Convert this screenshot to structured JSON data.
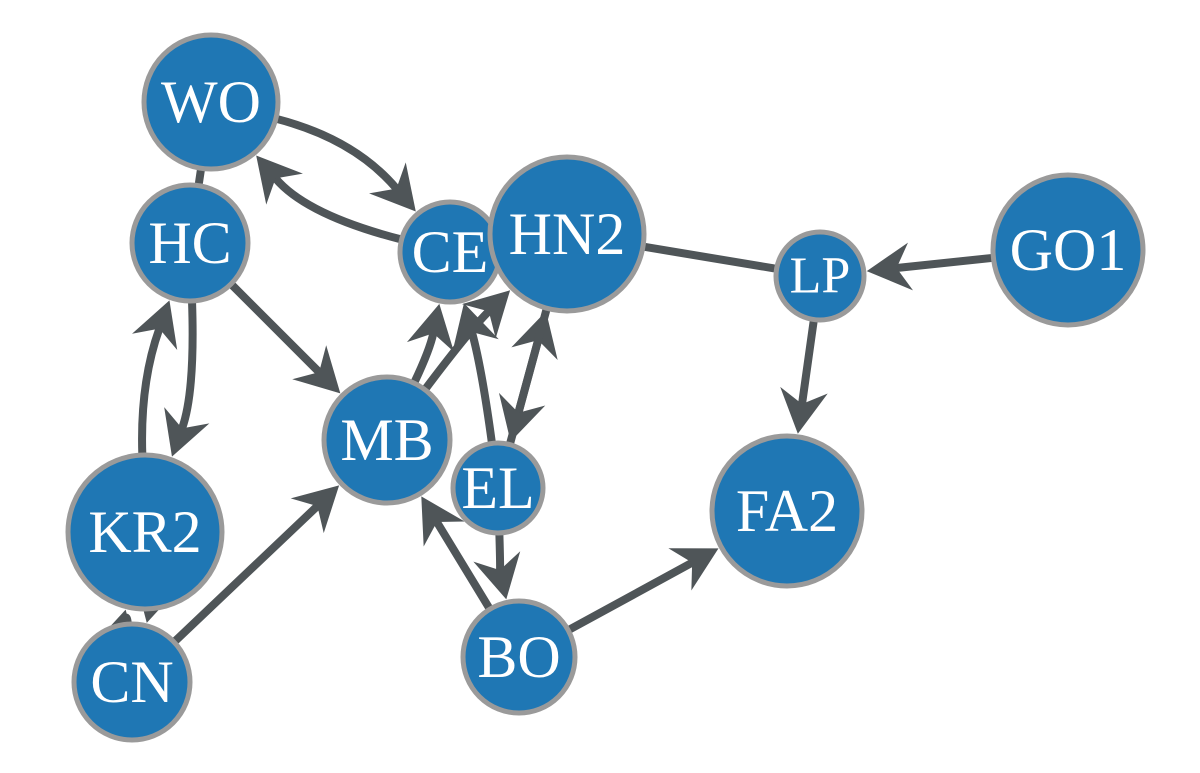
{
  "colors": {
    "node_fill": "#1f77b4",
    "node_stroke": "#9a9a9a",
    "edge": "#4f5558",
    "label": "#ffffff"
  },
  "graph": {
    "directed": true,
    "nodes": [
      {
        "id": "WO",
        "label": "WO"
      },
      {
        "id": "HC",
        "label": "HC"
      },
      {
        "id": "CE",
        "label": "CE"
      },
      {
        "id": "HN2",
        "label": "HN2"
      },
      {
        "id": "LP",
        "label": "LP"
      },
      {
        "id": "GO1",
        "label": "GO1"
      },
      {
        "id": "MB",
        "label": "MB"
      },
      {
        "id": "EL",
        "label": "EL"
      },
      {
        "id": "FA2",
        "label": "FA2"
      },
      {
        "id": "KR2",
        "label": "KR2"
      },
      {
        "id": "CN",
        "label": "CN"
      },
      {
        "id": "BO",
        "label": "BO"
      }
    ],
    "edges": [
      {
        "source": "WO",
        "target": "CE",
        "arrow": true
      },
      {
        "source": "CE",
        "target": "WO",
        "arrow": true
      },
      {
        "source": "WO",
        "target": "HC",
        "arrow": false
      },
      {
        "source": "HN2",
        "target": "LP",
        "arrow": false
      },
      {
        "source": "GO1",
        "target": "LP",
        "arrow": true
      },
      {
        "source": "LP",
        "target": "FA2",
        "arrow": true
      },
      {
        "source": "HC",
        "target": "MB",
        "arrow": true
      },
      {
        "source": "HC",
        "target": "KR2",
        "arrow": true
      },
      {
        "source": "KR2",
        "target": "HC",
        "arrow": true
      },
      {
        "source": "MB",
        "target": "CE",
        "arrow": true
      },
      {
        "source": "MB",
        "target": "HN2",
        "arrow": true
      },
      {
        "source": "EL",
        "target": "CE",
        "arrow": true
      },
      {
        "source": "EL",
        "target": "HN2",
        "arrow": true
      },
      {
        "source": "HN2",
        "target": "EL",
        "arrow": true
      },
      {
        "source": "EL",
        "target": "BO",
        "arrow": true
      },
      {
        "source": "BO",
        "target": "MB",
        "arrow": true
      },
      {
        "source": "BO",
        "target": "FA2",
        "arrow": true
      },
      {
        "source": "CN",
        "target": "MB",
        "arrow": true
      },
      {
        "source": "CN",
        "target": "KR2",
        "arrow": true
      },
      {
        "source": "KR2",
        "target": "CN",
        "arrow": true
      }
    ]
  }
}
